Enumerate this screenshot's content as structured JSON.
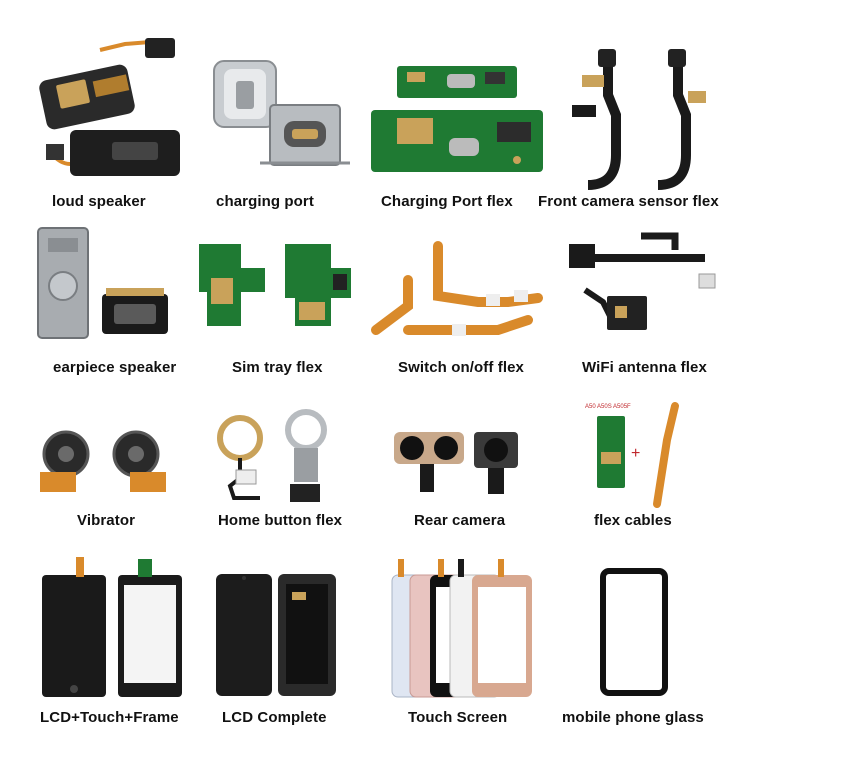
{
  "products": [
    {
      "id": "loud-speaker",
      "label": "loud speaker",
      "icon": "loud-speaker-icon"
    },
    {
      "id": "charging-port",
      "label": "charging port",
      "icon": "usb-c-port-icon"
    },
    {
      "id": "charging-port-flex",
      "label": "Charging Port flex",
      "icon": "charging-board-icon"
    },
    {
      "id": "front-camera-flex",
      "label": "Front camera sensor flex",
      "icon": "front-camera-flex-icon"
    },
    {
      "id": "earpiece-speaker",
      "label": "earpiece speaker",
      "icon": "earpiece-speaker-icon"
    },
    {
      "id": "sim-tray-flex",
      "label": "Sim tray flex",
      "icon": "sim-tray-board-icon"
    },
    {
      "id": "switch-flex",
      "label": "Switch on/off flex",
      "icon": "power-switch-flex-icon"
    },
    {
      "id": "wifi-antenna-flex",
      "label": "WiFi antenna flex",
      "icon": "wifi-antenna-flex-icon"
    },
    {
      "id": "vibrator",
      "label": "Vibrator",
      "icon": "vibration-motor-icon"
    },
    {
      "id": "home-button-flex",
      "label": "Home button flex",
      "icon": "home-button-icon"
    },
    {
      "id": "rear-camera",
      "label": "Rear camera",
      "icon": "rear-camera-module-icon"
    },
    {
      "id": "flex-cables",
      "label": "flex cables",
      "icon": "flex-cable-icon"
    },
    {
      "id": "lcd-touch-frame",
      "label": "LCD+Touch+Frame",
      "icon": "phone-lcd-frame-icon"
    },
    {
      "id": "lcd-complete",
      "label": "LCD Complete",
      "icon": "phone-lcd-icon"
    },
    {
      "id": "touch-screen",
      "label": "Touch Screen",
      "icon": "touch-digitizer-icon"
    },
    {
      "id": "mobile-phone-glass",
      "label": "mobile phone glass",
      "icon": "screen-glass-icon"
    }
  ],
  "flex_cable_tags": {
    "models": "A50  A50S  A505F",
    "plus": "+",
    "number": "2"
  },
  "colors": {
    "pcb_green": "#1f7a33",
    "flex_orange": "#d98a2b",
    "flex_black": "#1a1a1a",
    "metal": "#a8acb0",
    "gold": "#c9a25a",
    "rose_gold": "#d8a890"
  }
}
